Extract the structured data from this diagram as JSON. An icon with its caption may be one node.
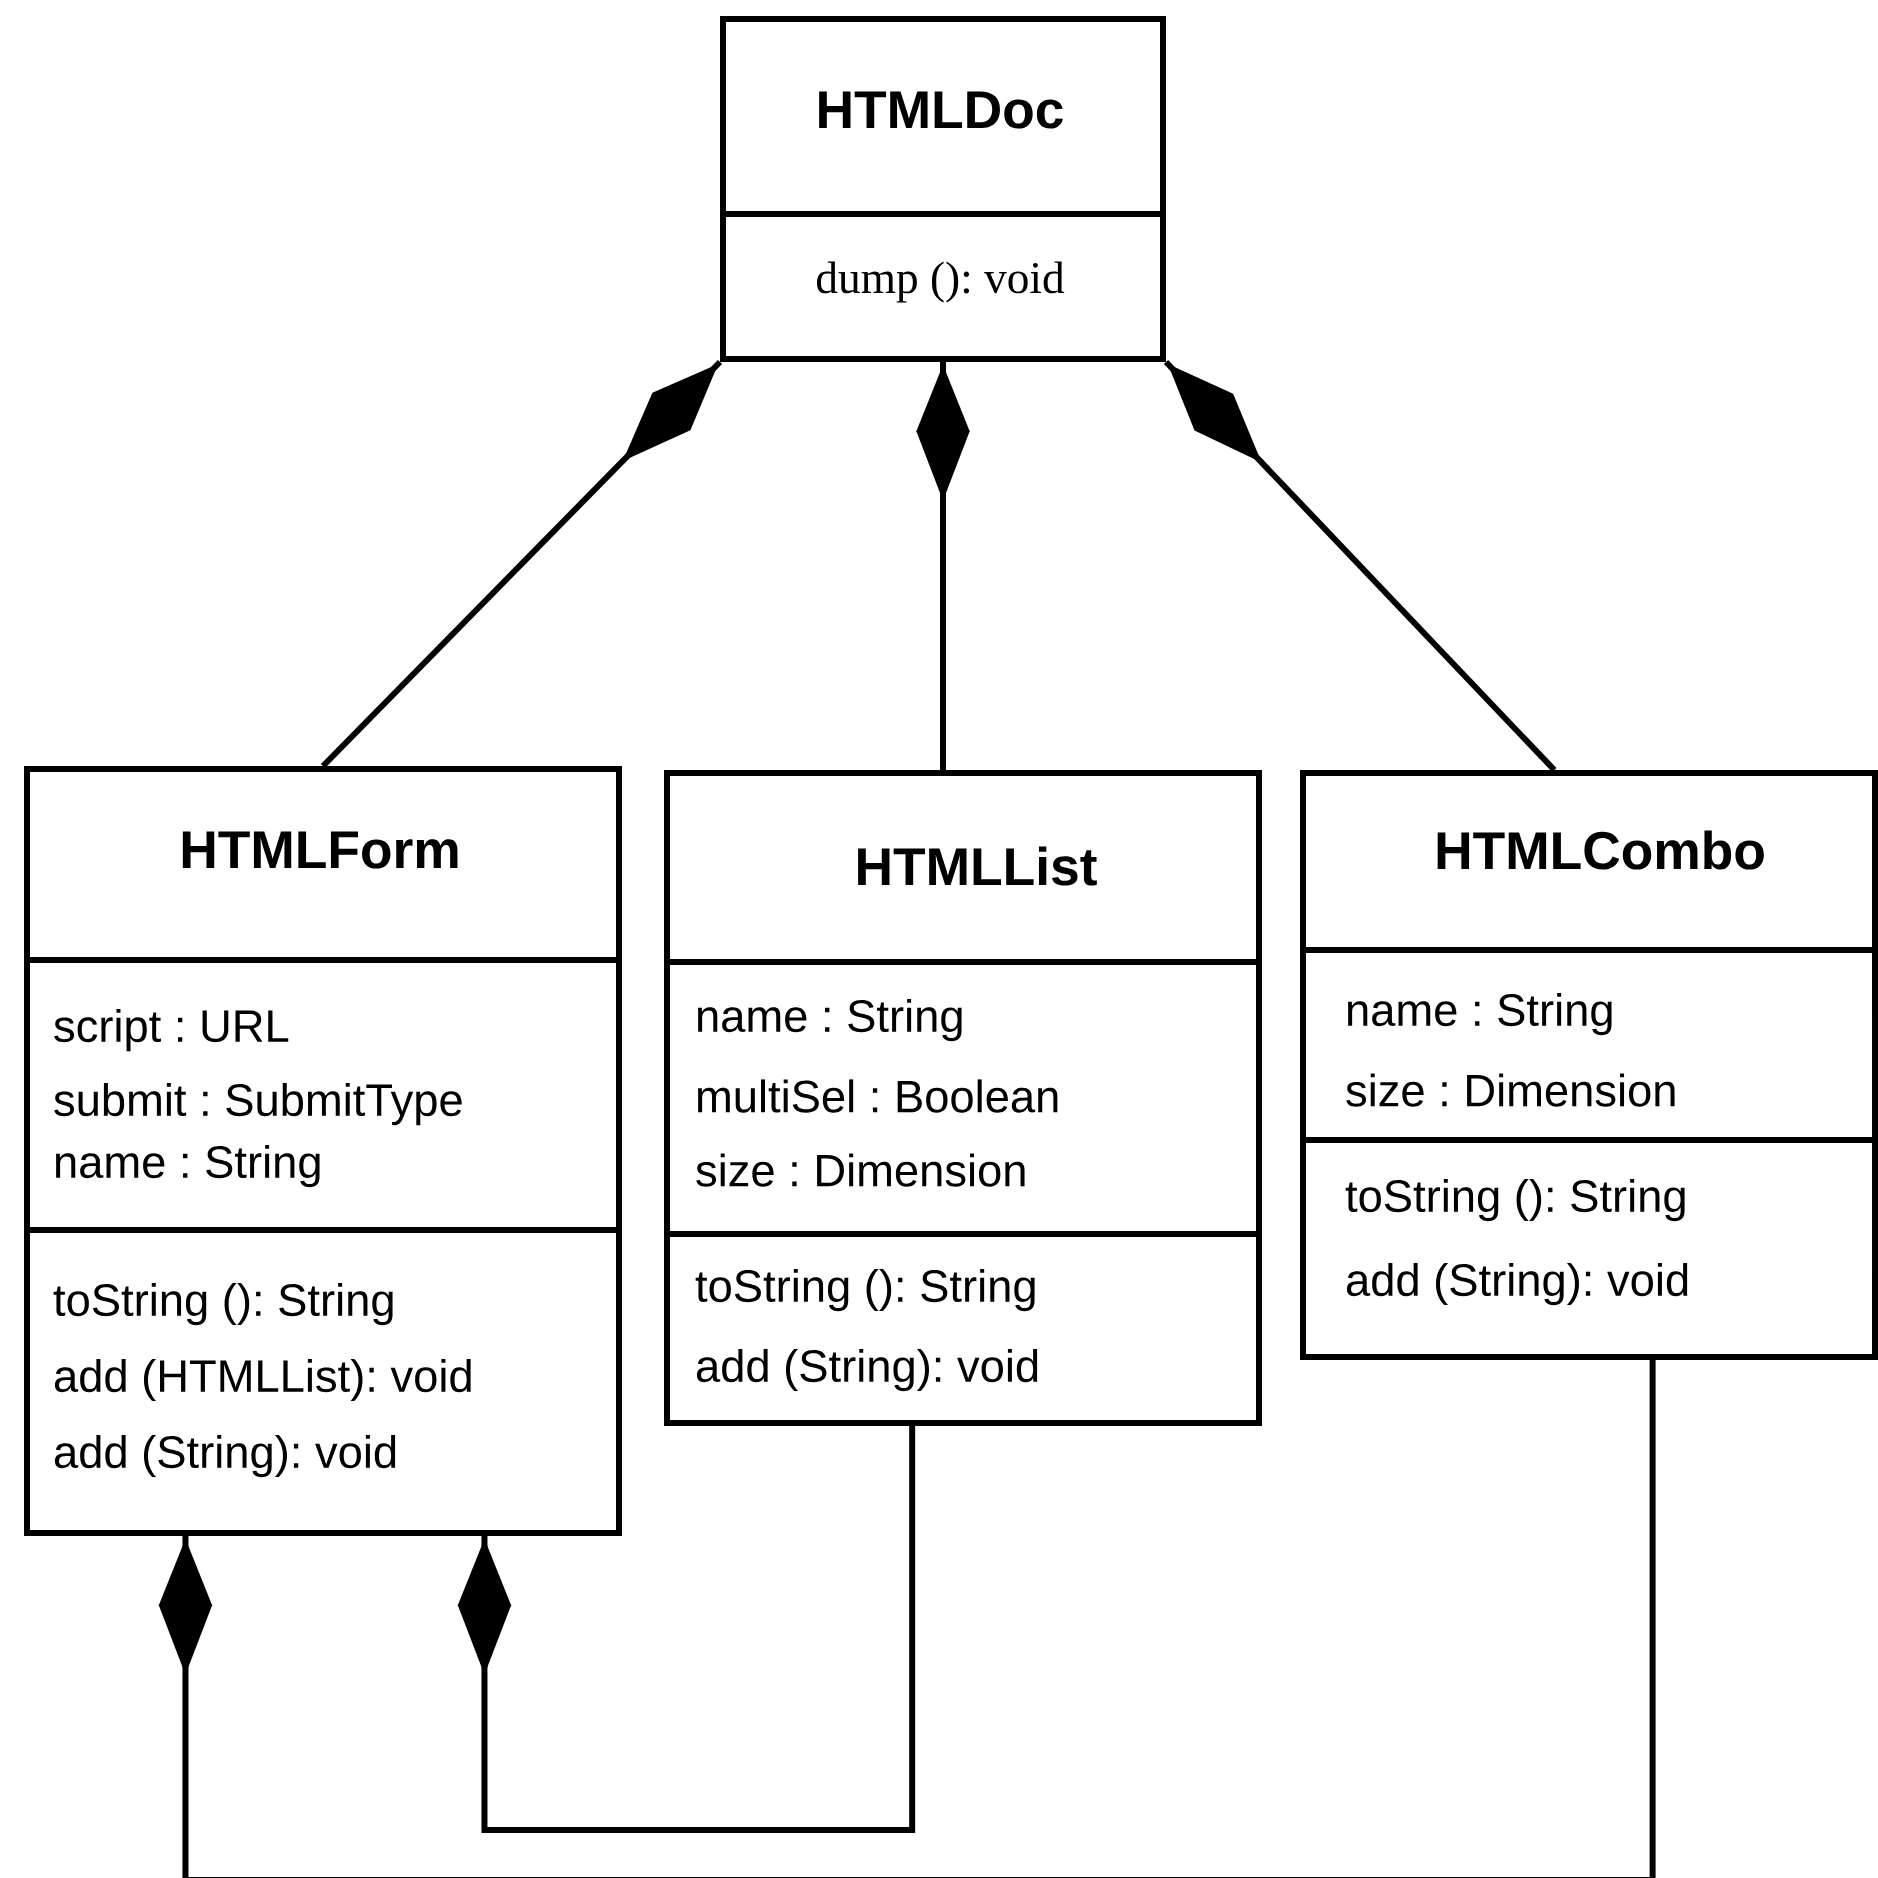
{
  "diagram": {
    "nodes": [
      {
        "text": [
          "HTMLDoc",
          "dump (): void"
        ]
      },
      {
        "text": [
          "HTMLForm",
          "script : URL",
          "submit : SubmitType",
          "name : String",
          "toString (): String",
          "add (HTMLList): void",
          "add (String): void"
        ]
      },
      {
        "text": [
          "HTMLList",
          "name : String",
          "multiSel : Boolean",
          "size : Dimension",
          "toString (): String",
          "add (String): void"
        ]
      },
      {
        "text": [
          "HTMLCombo",
          "name : String",
          "size : Dimension",
          "toString (): String",
          "add (String): void"
        ]
      }
    ],
    "edges": [
      {
        "from": 0,
        "to": 1,
        "arrow": "other"
      },
      {
        "from": 0,
        "to": 2,
        "arrow": "other"
      },
      {
        "from": 0,
        "to": 3,
        "arrow": "other"
      },
      {
        "from": 1,
        "to": 3,
        "arrow": "other"
      },
      {
        "from": 1,
        "to": 2,
        "arrow": "other"
      }
    ]
  }
}
